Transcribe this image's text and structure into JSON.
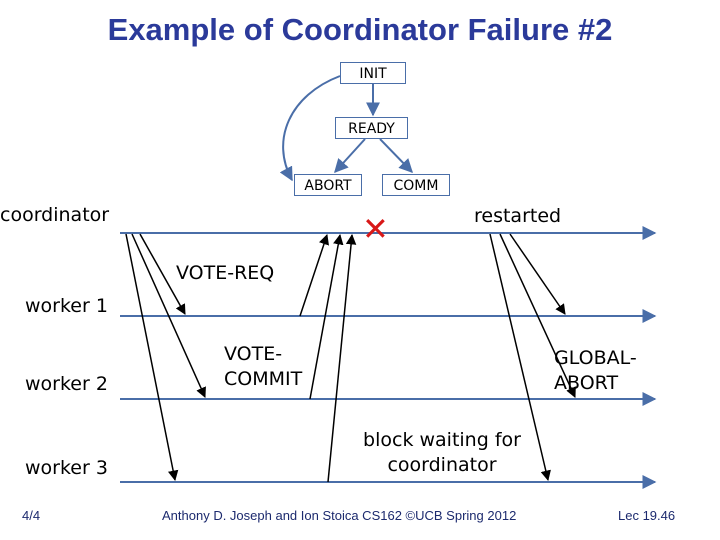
{
  "title": "Example of Coordinator Failure #2",
  "states": {
    "init": "INIT",
    "ready": "READY",
    "abort": "ABORT",
    "commit": "COMM"
  },
  "processes": {
    "coordinator": "coordinator",
    "worker1": "worker 1",
    "worker2": "worker 2",
    "worker3": "worker 3"
  },
  "annotations": {
    "restarted": "restarted",
    "vote_req": "VOTE-REQ",
    "vote_commit_line1": "VOTE-",
    "vote_commit_line2": "COMMIT",
    "global_abort_line1": "GLOBAL-",
    "global_abort_line2": "ABORT",
    "block_line1": "block waiting for",
    "block_line2": "coordinator",
    "failure_mark": "✕"
  },
  "footer": {
    "page": "4/4",
    "credit": "Anthony D. Joseph and Ion Stoica CS162 ©UCB Spring 2012",
    "lecture": "Lec 19.46"
  },
  "colors": {
    "title": "#2b3a9a",
    "timeline": "#4a6ea8",
    "failure": "#d81818",
    "footer": "#1c2a6e"
  }
}
